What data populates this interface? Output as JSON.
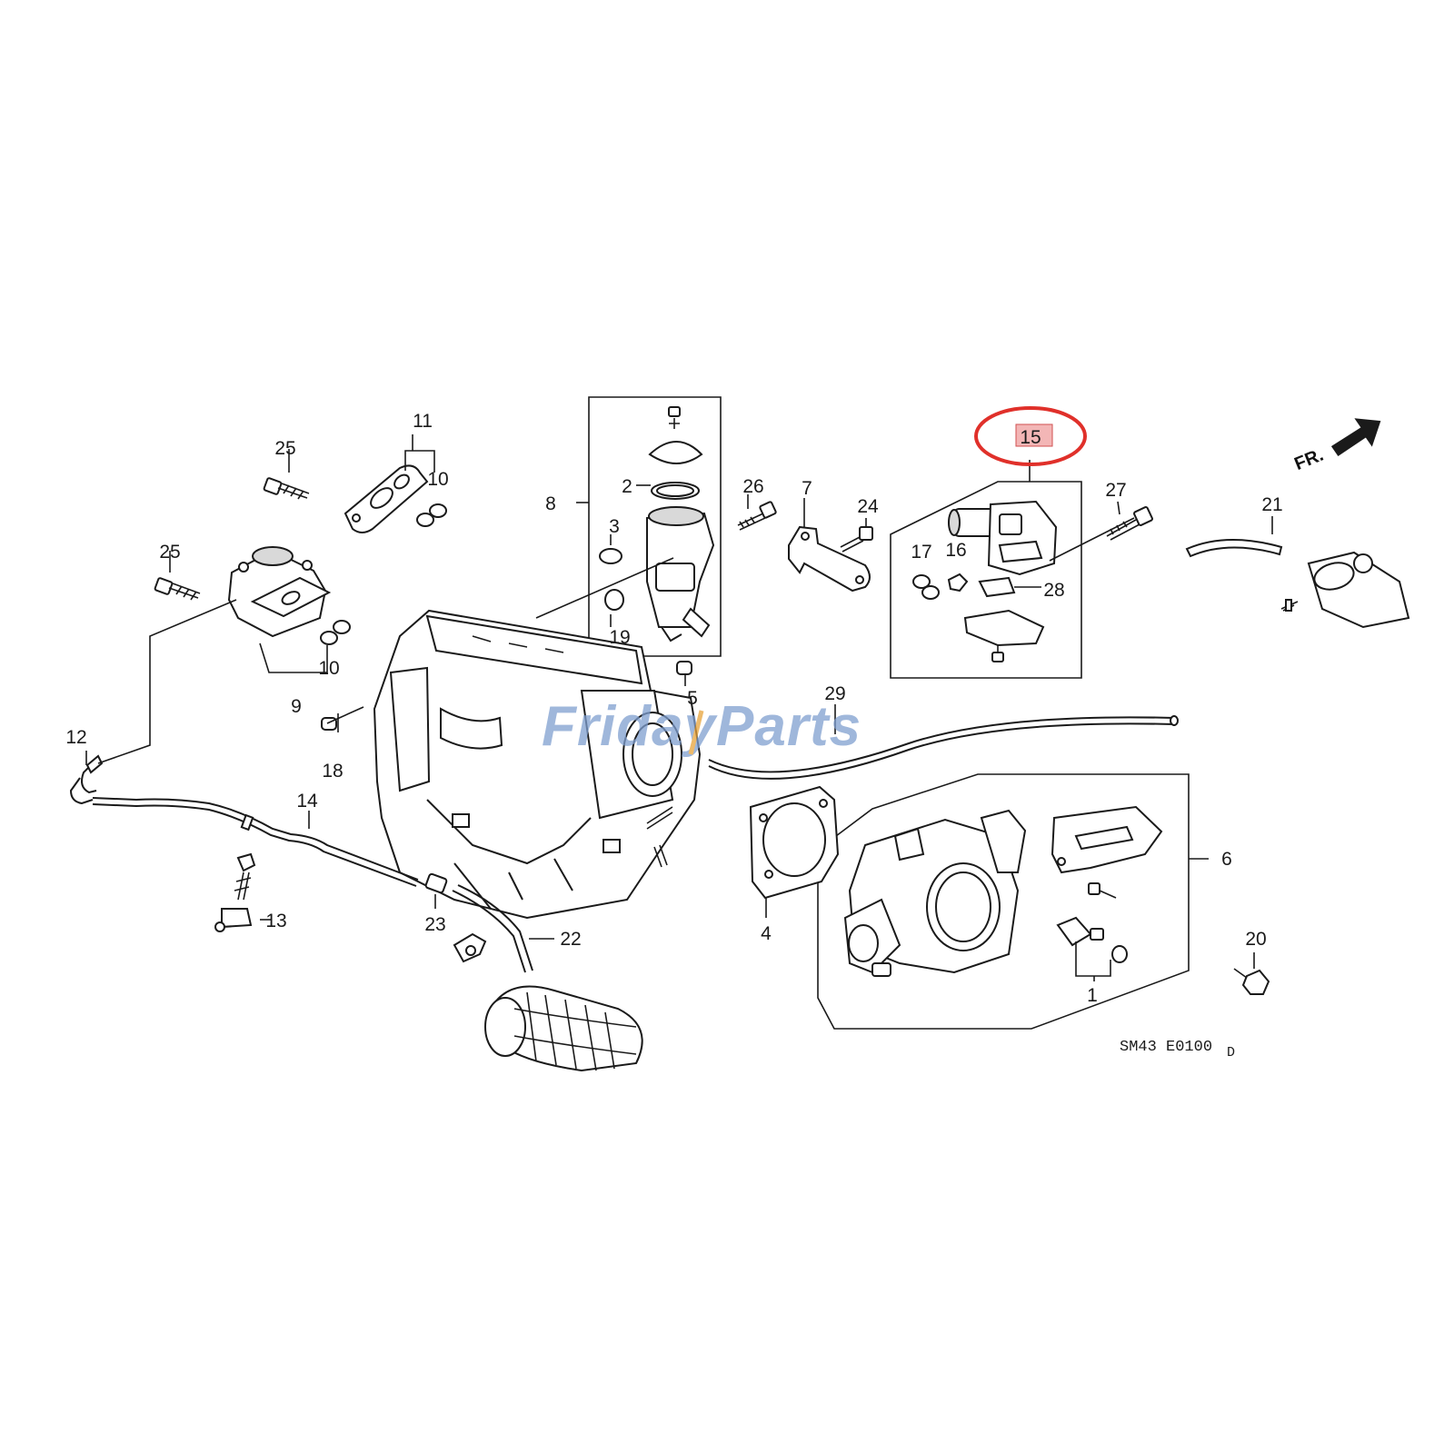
{
  "diagram": {
    "part_numbers": [
      {
        "id": "p1",
        "text": "1"
      },
      {
        "id": "p2",
        "text": "2"
      },
      {
        "id": "p3",
        "text": "3"
      },
      {
        "id": "p4",
        "text": "4"
      },
      {
        "id": "p5",
        "text": "5"
      },
      {
        "id": "p6",
        "text": "6"
      },
      {
        "id": "p7",
        "text": "7"
      },
      {
        "id": "p8",
        "text": "8"
      },
      {
        "id": "p9",
        "text": "9"
      },
      {
        "id": "p10a",
        "text": "10"
      },
      {
        "id": "p10b",
        "text": "10"
      },
      {
        "id": "p11",
        "text": "11"
      },
      {
        "id": "p12",
        "text": "12"
      },
      {
        "id": "p13",
        "text": "13"
      },
      {
        "id": "p14",
        "text": "14"
      },
      {
        "id": "p15",
        "text": "15"
      },
      {
        "id": "p16",
        "text": "16"
      },
      {
        "id": "p17",
        "text": "17"
      },
      {
        "id": "p18",
        "text": "18"
      },
      {
        "id": "p19",
        "text": "19"
      },
      {
        "id": "p20",
        "text": "20"
      },
      {
        "id": "p21",
        "text": "21"
      },
      {
        "id": "p22",
        "text": "22"
      },
      {
        "id": "p23",
        "text": "23"
      },
      {
        "id": "p24",
        "text": "24"
      },
      {
        "id": "p25a",
        "text": "25"
      },
      {
        "id": "p25b",
        "text": "25"
      },
      {
        "id": "p26",
        "text": "26"
      },
      {
        "id": "p27",
        "text": "27"
      },
      {
        "id": "p28",
        "text": "28"
      },
      {
        "id": "p29",
        "text": "29"
      }
    ],
    "front_indicator": "FR.",
    "diagram_code": "SM43 E0100",
    "diagram_code_suffix": "D",
    "highlighted_part": "15",
    "watermark_part1": "Friday",
    "watermark_part2": "Parts"
  },
  "colors": {
    "highlight_ring": "#e0302a",
    "highlight_fill": "#f3b6b6",
    "watermark": "#7f9fd0",
    "line_art": "#1a1a1a"
  }
}
